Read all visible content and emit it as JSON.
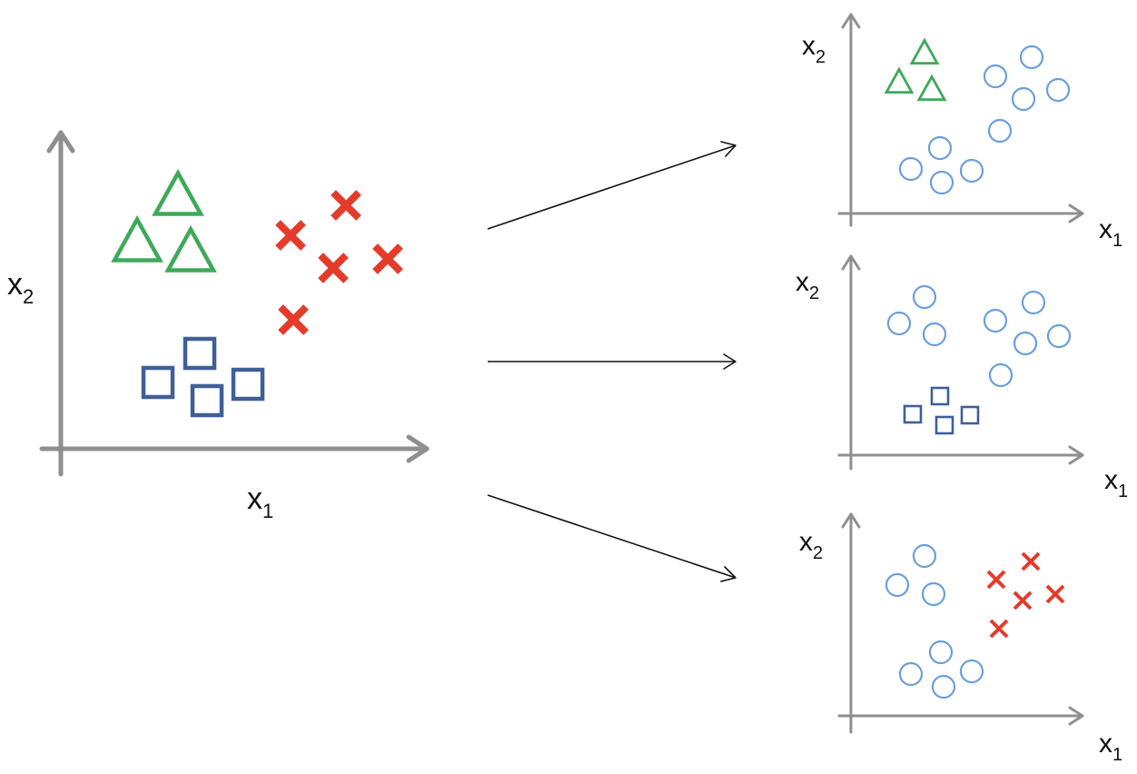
{
  "colors": {
    "triangle": "#3daa5a",
    "cross": "#e43b2b",
    "square": "#3f5f97",
    "circle": "#6a9fdc",
    "axis": "#8f8f8f",
    "arrow": "#111111"
  },
  "icons": {
    "class_a": "triangle-icon",
    "class_b": "cross-icon",
    "class_c": "square-icon",
    "rest": "circle-icon"
  },
  "main_plot": {
    "x_label": "x",
    "x_subscript": "1",
    "y_label": "x",
    "y_subscript": "2",
    "classes": [
      "triangle",
      "cross",
      "square"
    ]
  },
  "subplots": [
    {
      "x_label": "x",
      "x_subscript": "1",
      "y_label": "x",
      "y_subscript": "2",
      "positive_class": "triangle",
      "rest_class": "circle"
    },
    {
      "x_label": "x",
      "x_subscript": "1",
      "y_label": "x",
      "y_subscript": "2",
      "positive_class": "square",
      "rest_class": "circle"
    },
    {
      "x_label": "x",
      "x_subscript": "1",
      "y_label": "x",
      "y_subscript": "2",
      "positive_class": "cross",
      "rest_class": "circle"
    }
  ]
}
